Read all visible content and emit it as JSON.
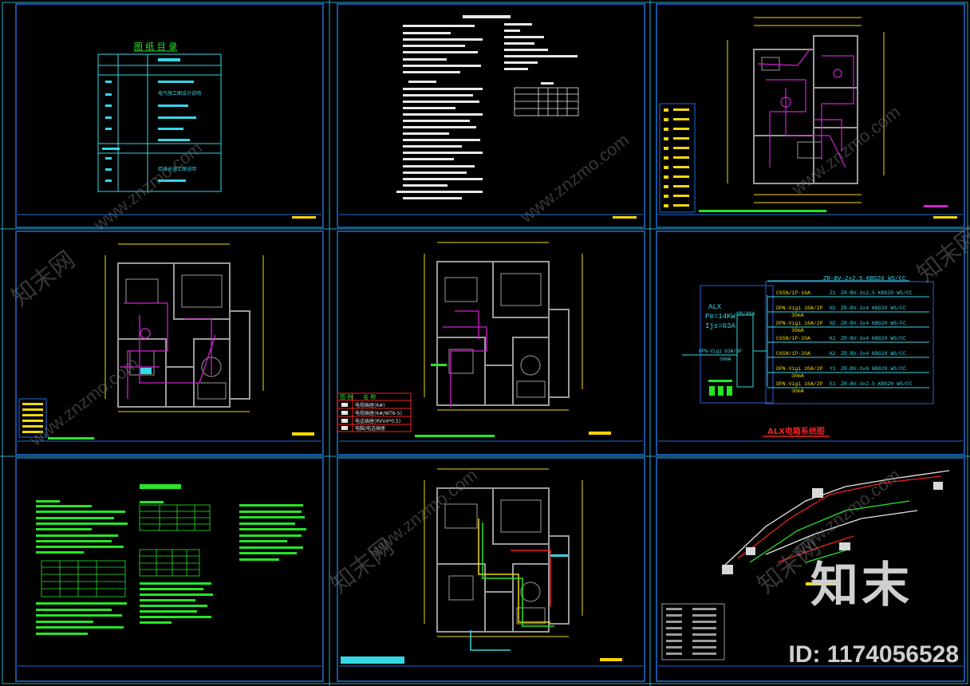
{
  "theme": {
    "background": "#000000",
    "sheet_border": "#1f6fd6",
    "title_strip": "#1f6fd6",
    "wall": "#9a9a9a",
    "magenta": "#d020d0",
    "cyan": "#34d7e6",
    "green": "#26e626",
    "yellow": "#f0d810",
    "white": "#e8e8e8",
    "red": "#ee2222",
    "stamp": "#ffd500"
  },
  "sheets": {
    "index": {
      "title": "图 纸 目 录",
      "rows": [
        "",
        "",
        "",
        "电气施工图设计说明",
        "",
        "",
        "",
        "",
        "",
        "",
        "给排水施工图说明"
      ]
    },
    "legend_box": {
      "header": [
        "图 例",
        "名 称"
      ],
      "rows": [
        "电视插座(6#)",
        "电视插座(6#/WT6-5)",
        "电话插座(RVV4*0.5)",
        "电脑/电话插座"
      ]
    },
    "system": {
      "feeder": "ZR-BV-2x2.5 KBG20 WS/CC",
      "panel_name": "ALX",
      "pe": "Pe=14KW",
      "ijs": "Ijs=63A",
      "main_switch": "KM/40A",
      "incoming": "DPN-Vigi 63A/3P",
      "incoming_rcd": "30mA",
      "circuits": [
        {
          "breaker": "C65N/1P-16A",
          "id": "Z1",
          "cable": "ZR-BV-3x2.5 KBG20 WS/CC",
          "rcd": ""
        },
        {
          "breaker": "DPN-Vigi 16A/2P",
          "id": "N1",
          "cable": "ZR-BV-3x4 KBG20 WS/FC",
          "rcd": "30mA"
        },
        {
          "breaker": "DPN-Vigi 16A/2P",
          "id": "N2",
          "cable": "ZR-BV-3x4 KBG20 WS/FC",
          "rcd": "30mA"
        },
        {
          "breaker": "C65N/1P-20A",
          "id": "K1",
          "cable": "ZR-BV-3x4 KBG20 WS/CC",
          "rcd": ""
        },
        {
          "breaker": "C65N/1P-20A",
          "id": "K2",
          "cable": "ZR-BV-3x4 KBG20 WS/CC",
          "rcd": ""
        },
        {
          "breaker": "DPN-Vigi 20A/2P",
          "id": "Y1",
          "cable": "ZR-BV-3x6 KBG20 WS/CC",
          "rcd": "30mA"
        },
        {
          "breaker": "DPN-Vigi 16A/2P",
          "id": "E1",
          "cable": "ZR-BV-3x2.5 KBG20 WS/FC",
          "rcd": "30mA"
        }
      ],
      "caption": "ALX电箱系统图"
    }
  },
  "watermark": {
    "site": "www.znzmo.com",
    "brand": "知末网",
    "logo": "知末",
    "id": "ID: 1174056528"
  }
}
